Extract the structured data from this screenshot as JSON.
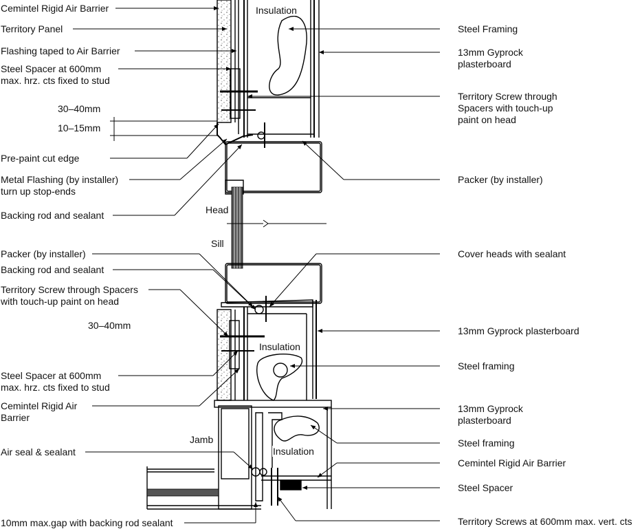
{
  "left_labels": [
    "Cemintel Rigid Air Barrier",
    "Territory Panel",
    "Flashing taped to Air Barrier",
    "Steel Spacer at 600mm\nmax. hrz. cts fixed to stud",
    "30–40mm",
    "10–15mm",
    "Pre-paint cut edge",
    "Metal Flashing (by installer)\nturn up stop-ends",
    "Backing rod and sealant",
    "Packer (by installer)",
    "Backing rod and sealant",
    "Territory Screw through Spacers\nwith touch-up paint on head",
    "30–40mm",
    "Steel Spacer at 600mm\nmax. hrz. cts fixed to stud",
    "Cemintel Rigid Air\nBarrier",
    "Air seal & sealant",
    "10mm max.gap with backing rod sealant"
  ],
  "right_labels": [
    "Steel Framing",
    "13mm Gyprock\nplasterboard",
    "Territory Screw through\nSpacers with touch-up\npaint on head",
    "Packer (by installer)",
    "Cover heads with sealant",
    "13mm Gyprock plasterboard",
    "Steel framing",
    "13mm Gyprock\nplasterboard",
    "Steel framing",
    "Cemintel Rigid Air Barrier",
    "Steel Spacer",
    "Territory Screws at 600mm max. vert. cts"
  ],
  "inline_labels": {
    "insulation_top": "Insulation",
    "insulation_mid": "Insulation",
    "insulation_bottom": "Insulation",
    "head": "Head",
    "sill": "Sill",
    "jamb": "Jamb"
  }
}
